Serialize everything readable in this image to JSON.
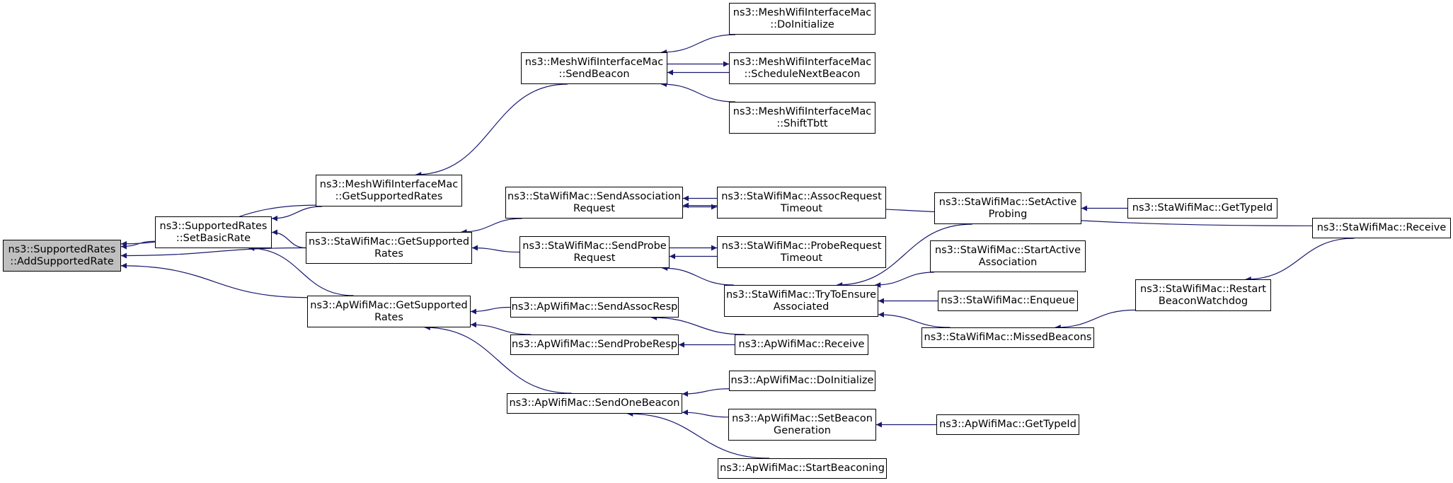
{
  "colors": {
    "edge": "#191970",
    "root_fill": "#bfbfbf",
    "node_fill": "#ffffff",
    "node_border": "#000000"
  },
  "nodes": {
    "n0": {
      "lines": [
        "ns3::SupportedRates",
        "::AddSupportedRate"
      ]
    },
    "n1": {
      "lines": [
        "ns3::SupportedRates",
        "::SetBasicRate"
      ]
    },
    "n2": {
      "lines": [
        "ns3::MeshWifiInterfaceMac",
        "::GetSupportedRates"
      ]
    },
    "n3": {
      "lines": [
        "ns3::StaWifiMac::GetSupported",
        "Rates"
      ]
    },
    "n4": {
      "lines": [
        "ns3::ApWifiMac::GetSupported",
        "Rates"
      ]
    },
    "n5": {
      "lines": [
        "ns3::MeshWifiInterfaceMac",
        "::SendBeacon"
      ]
    },
    "n6": {
      "lines": [
        "ns3::MeshWifiInterfaceMac",
        "::DoInitialize"
      ]
    },
    "n7": {
      "lines": [
        "ns3::MeshWifiInterfaceMac",
        "::ScheduleNextBeacon"
      ]
    },
    "n8": {
      "lines": [
        "ns3::MeshWifiInterfaceMac",
        "::ShiftTbtt"
      ]
    },
    "n9": {
      "lines": [
        "ns3::StaWifiMac::SendAssociation",
        "Request"
      ]
    },
    "n10": {
      "lines": [
        "ns3::StaWifiMac::AssocRequest",
        "Timeout"
      ]
    },
    "n11": {
      "lines": [
        "ns3::StaWifiMac::SendProbe",
        "Request"
      ]
    },
    "n12": {
      "lines": [
        "ns3::StaWifiMac::ProbeRequest",
        "Timeout"
      ]
    },
    "n13": {
      "lines": [
        "ns3::StaWifiMac::TryToEnsure",
        "Associated"
      ]
    },
    "n14": {
      "lines": [
        "ns3::StaWifiMac::SetActive",
        "Probing"
      ]
    },
    "n15": {
      "lines": [
        "ns3::StaWifiMac::GetTypeId"
      ]
    },
    "n16": {
      "lines": [
        "ns3::StaWifiMac::StartActive",
        "Association"
      ]
    },
    "n17": {
      "lines": [
        "ns3::StaWifiMac::Enqueue"
      ]
    },
    "n18": {
      "lines": [
        "ns3::StaWifiMac::MissedBeacons"
      ]
    },
    "n19": {
      "lines": [
        "ns3::StaWifiMac::Restart",
        "BeaconWatchdog"
      ]
    },
    "n20": {
      "lines": [
        "ns3::StaWifiMac::Receive"
      ]
    },
    "n21": {
      "lines": [
        "ns3::ApWifiMac::SendAssocResp"
      ]
    },
    "n22": {
      "lines": [
        "ns3::ApWifiMac::SendProbeResp"
      ]
    },
    "n23": {
      "lines": [
        "ns3::ApWifiMac::Receive"
      ]
    },
    "n24": {
      "lines": [
        "ns3::ApWifiMac::SendOneBeacon"
      ]
    },
    "n25": {
      "lines": [
        "ns3::ApWifiMac::DoInitialize"
      ]
    },
    "n26": {
      "lines": [
        "ns3::ApWifiMac::SetBeacon",
        "Generation"
      ]
    },
    "n27": {
      "lines": [
        "ns3::ApWifiMac::GetTypeId"
      ]
    },
    "n28": {
      "lines": [
        "ns3::ApWifiMac::StartBeaconing"
      ]
    }
  },
  "edges": [
    {
      "from": "n1",
      "to": "n0"
    },
    {
      "from": "n2",
      "to": "n0"
    },
    {
      "from": "n3",
      "to": "n0"
    },
    {
      "from": "n4",
      "to": "n0"
    },
    {
      "from": "n2",
      "to": "n1"
    },
    {
      "from": "n3",
      "to": "n1"
    },
    {
      "from": "n4",
      "to": "n1"
    },
    {
      "from": "n5",
      "to": "n2"
    },
    {
      "from": "n6",
      "to": "n5"
    },
    {
      "from": "n7",
      "to": "n5"
    },
    {
      "from": "n8",
      "to": "n5"
    },
    {
      "from": "n5",
      "to": "n7"
    },
    {
      "from": "n9",
      "to": "n3"
    },
    {
      "from": "n11",
      "to": "n3"
    },
    {
      "from": "n10",
      "to": "n9"
    },
    {
      "from": "n9",
      "to": "n10"
    },
    {
      "from": "n20",
      "to": "n9"
    },
    {
      "from": "n12",
      "to": "n11"
    },
    {
      "from": "n11",
      "to": "n12"
    },
    {
      "from": "n13",
      "to": "n11"
    },
    {
      "from": "n14",
      "to": "n13"
    },
    {
      "from": "n16",
      "to": "n13"
    },
    {
      "from": "n17",
      "to": "n13"
    },
    {
      "from": "n18",
      "to": "n13"
    },
    {
      "from": "n15",
      "to": "n14"
    },
    {
      "from": "n19",
      "to": "n18"
    },
    {
      "from": "n20",
      "to": "n19"
    },
    {
      "from": "n21",
      "to": "n4"
    },
    {
      "from": "n22",
      "to": "n4"
    },
    {
      "from": "n24",
      "to": "n4"
    },
    {
      "from": "n23",
      "to": "n21"
    },
    {
      "from": "n23",
      "to": "n22"
    },
    {
      "from": "n25",
      "to": "n24"
    },
    {
      "from": "n26",
      "to": "n24"
    },
    {
      "from": "n28",
      "to": "n24"
    },
    {
      "from": "n27",
      "to": "n26"
    }
  ]
}
